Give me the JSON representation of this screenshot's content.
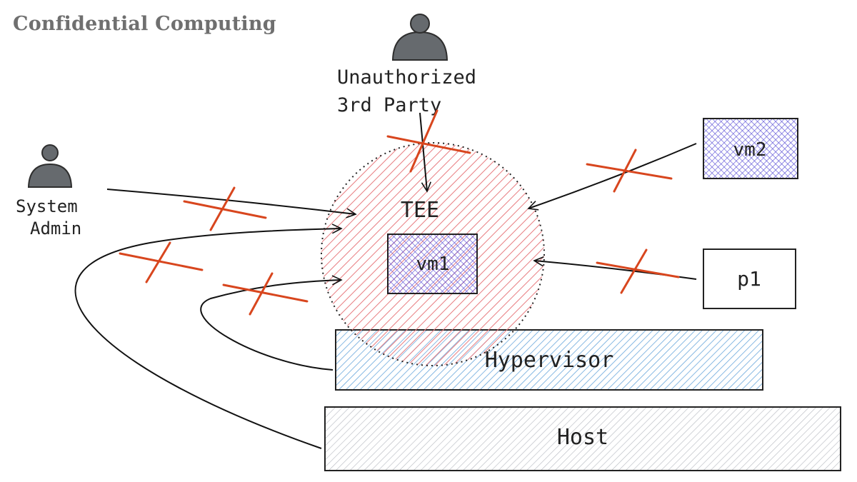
{
  "title": "Confidential Computing",
  "actors": {
    "third_party": {
      "line1": "Unauthorized",
      "line2": "3rd Party"
    },
    "admin": {
      "line1": "System",
      "line2": "Admin"
    }
  },
  "nodes": {
    "tee": "TEE",
    "vm1": "vm1",
    "vm2": "vm2",
    "p1": "p1",
    "hypervisor": "Hypervisor",
    "host": "Host"
  },
  "colors": {
    "tee_fill": "#e87c80",
    "vm_fill": "#5a4fd6",
    "hypervisor_fill": "#6aa7dc",
    "host_fill": "#b9bcc3",
    "blocked_mark": "#d8461e",
    "person": "#666a6e"
  }
}
